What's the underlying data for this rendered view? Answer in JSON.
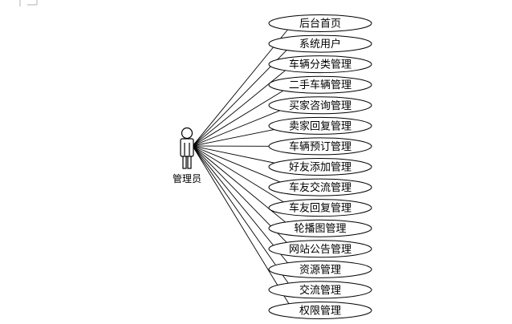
{
  "diagram": {
    "actor": {
      "label": "管理员",
      "icon": "stick-figure-icon"
    },
    "use_cases": [
      "后台首页",
      "系统用户",
      "车辆分类管理",
      "二手车辆管理",
      "买家咨询管理",
      "卖家回复管理",
      "车辆预订管理",
      "好友添加管理",
      "车友交流管理",
      "车友回复管理",
      "轮播图管理",
      "网站公告管理",
      "资源管理",
      "交流管理",
      "权限管理"
    ],
    "colors": {
      "stroke": "#000000",
      "fill": "#ffffff",
      "page_corner": "#b0b0b0"
    }
  }
}
